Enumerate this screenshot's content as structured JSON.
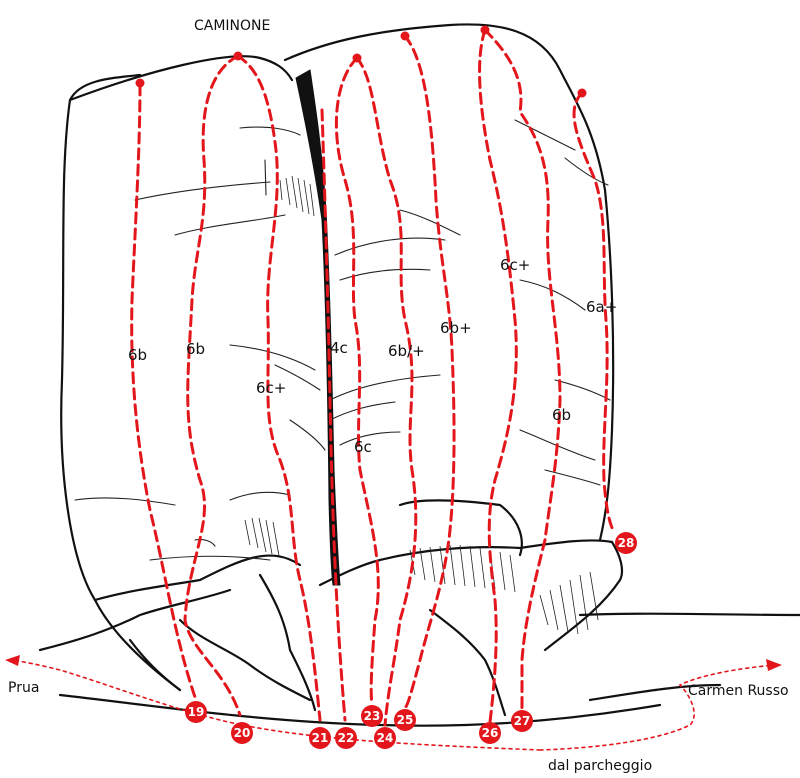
{
  "title": "CAMINONE",
  "labels": {
    "left": "Prua",
    "right": "Carmen Russo",
    "bottom": "dal parcheggio"
  },
  "colors": {
    "route": "#e3161c",
    "rock": "#111111"
  },
  "routes": [
    {
      "number": "19",
      "grade": "6b"
    },
    {
      "number": "20",
      "grade": "6b"
    },
    {
      "number": "21",
      "grade": "6c+"
    },
    {
      "number": "22",
      "grade": "4c"
    },
    {
      "number": "23",
      "grade": "6c"
    },
    {
      "number": "24",
      "grade": "6b/+"
    },
    {
      "number": "25",
      "grade": "6b+"
    },
    {
      "number": "26",
      "grade": "6c+"
    },
    {
      "number": "27",
      "grade": "6b"
    },
    {
      "number": "28",
      "grade": "6a+"
    }
  ]
}
